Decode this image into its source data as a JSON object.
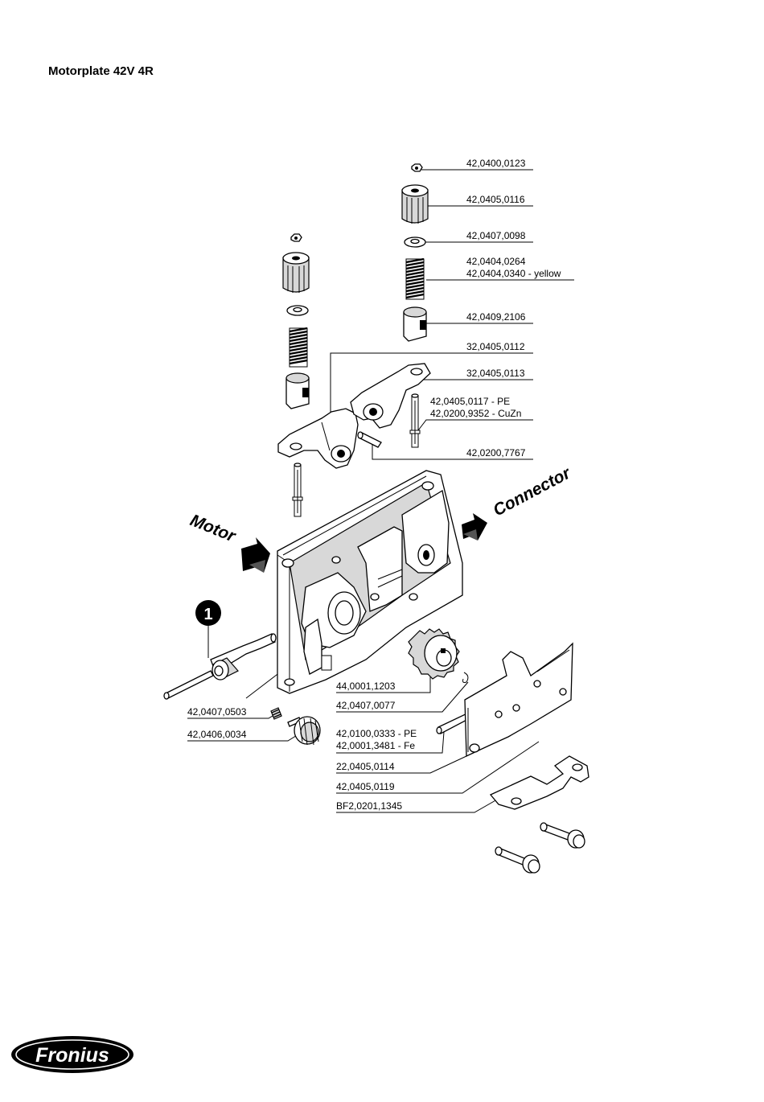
{
  "title": "Motorplate 42V 4R",
  "labels": {
    "nut": "42,0400,0123",
    "knob_upper": "42,0405,0116",
    "washer": "42,0407,0098",
    "spring_a": "42,0404,0264",
    "spring_b": "42,0404,0340 - yellow",
    "sleeve": "42,0409,2106",
    "lever_left": "32,0405,0112",
    "lever_right": "32,0405,0113",
    "pin_pe": "42,0405,0117 - PE",
    "pin_cuzn": "42,0200,9352 - CuZn",
    "rod": "42,0200,7767",
    "gear": "44,0001,1203",
    "clip": "42,0407,0077",
    "shaft_pe": "42,0100,0333 - PE",
    "shaft_fe": "42,0001,3481 - Fe",
    "bracket": "22,0405,0114",
    "plate_a": "42,0405,0119",
    "plate_b": "BF2,0201,1345",
    "setscrew": "42,0407,0503",
    "thumbscrew": "42,0406,0034"
  },
  "callout": "1",
  "arrow_motor": "Motor",
  "arrow_connector": "Connector",
  "logo_text": "Fronius"
}
